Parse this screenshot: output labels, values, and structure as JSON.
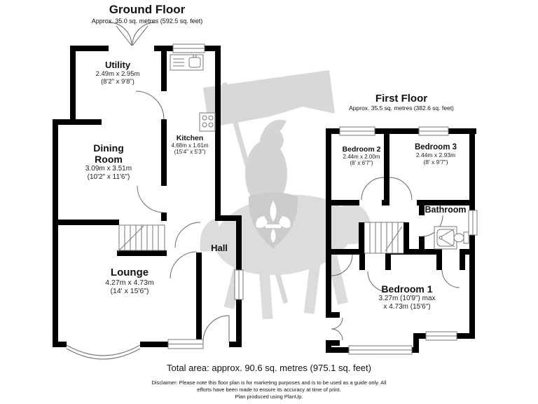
{
  "colors": {
    "wall": "#000000",
    "watermark": "#d9d9d9",
    "background": "#ffffff",
    "line": "#666666"
  },
  "ground": {
    "title": "Ground Floor",
    "subtitle": "Approx. 35.0 sq. metres (592.5 sq. feet)",
    "rooms": {
      "utility": {
        "name": "Utility",
        "dims1": "2.49m x 2.95m",
        "dims2": "(8'2\" x 9'8\")"
      },
      "dining": {
        "name1": "Dining",
        "name2": "Room",
        "dims1": "3.09m x 3.51m",
        "dims2": "(10'2\" x 11'6\")"
      },
      "kitchen": {
        "name": "Kitchen",
        "dims1": "4.68m x 1.61m",
        "dims2": "(15'4\" x 5'3\")"
      },
      "lounge": {
        "name": "Lounge",
        "dims1": "4.27m x 4.73m",
        "dims2": "(14' x 15'6\")"
      },
      "hall": {
        "name": "Hall"
      }
    }
  },
  "first": {
    "title": "First Floor",
    "subtitle": "Approx. 35.5 sq. metres (382.6 sq. feet)",
    "rooms": {
      "bedroom2": {
        "name": "Bedroom 2",
        "dims1": "2.44m x 2.00m",
        "dims2": "(8' x 6'7\")"
      },
      "bedroom3": {
        "name": "Bedroom 3",
        "dims1": "2.44m x 2.93m",
        "dims2": "(8' x 9'7\")"
      },
      "bathroom": {
        "name": "Bathroom"
      },
      "bedroom1": {
        "name": "Bedroom 1",
        "dims1": "3.27m (10'9\") max",
        "dims2": "x 4.73m (15'6\")"
      }
    }
  },
  "footer": {
    "total": "Total area: approx. 90.6 sq. metres (975.1 sq. feet)",
    "disclaimer1": "Disclaimer: Please note this floor plan is for marketing purposes and is to be used as a guide only. All",
    "disclaimer2": "efforts have been made to ensure its accuracy at time of print.",
    "disclaimer3": "Plan produced using PlanUp."
  }
}
